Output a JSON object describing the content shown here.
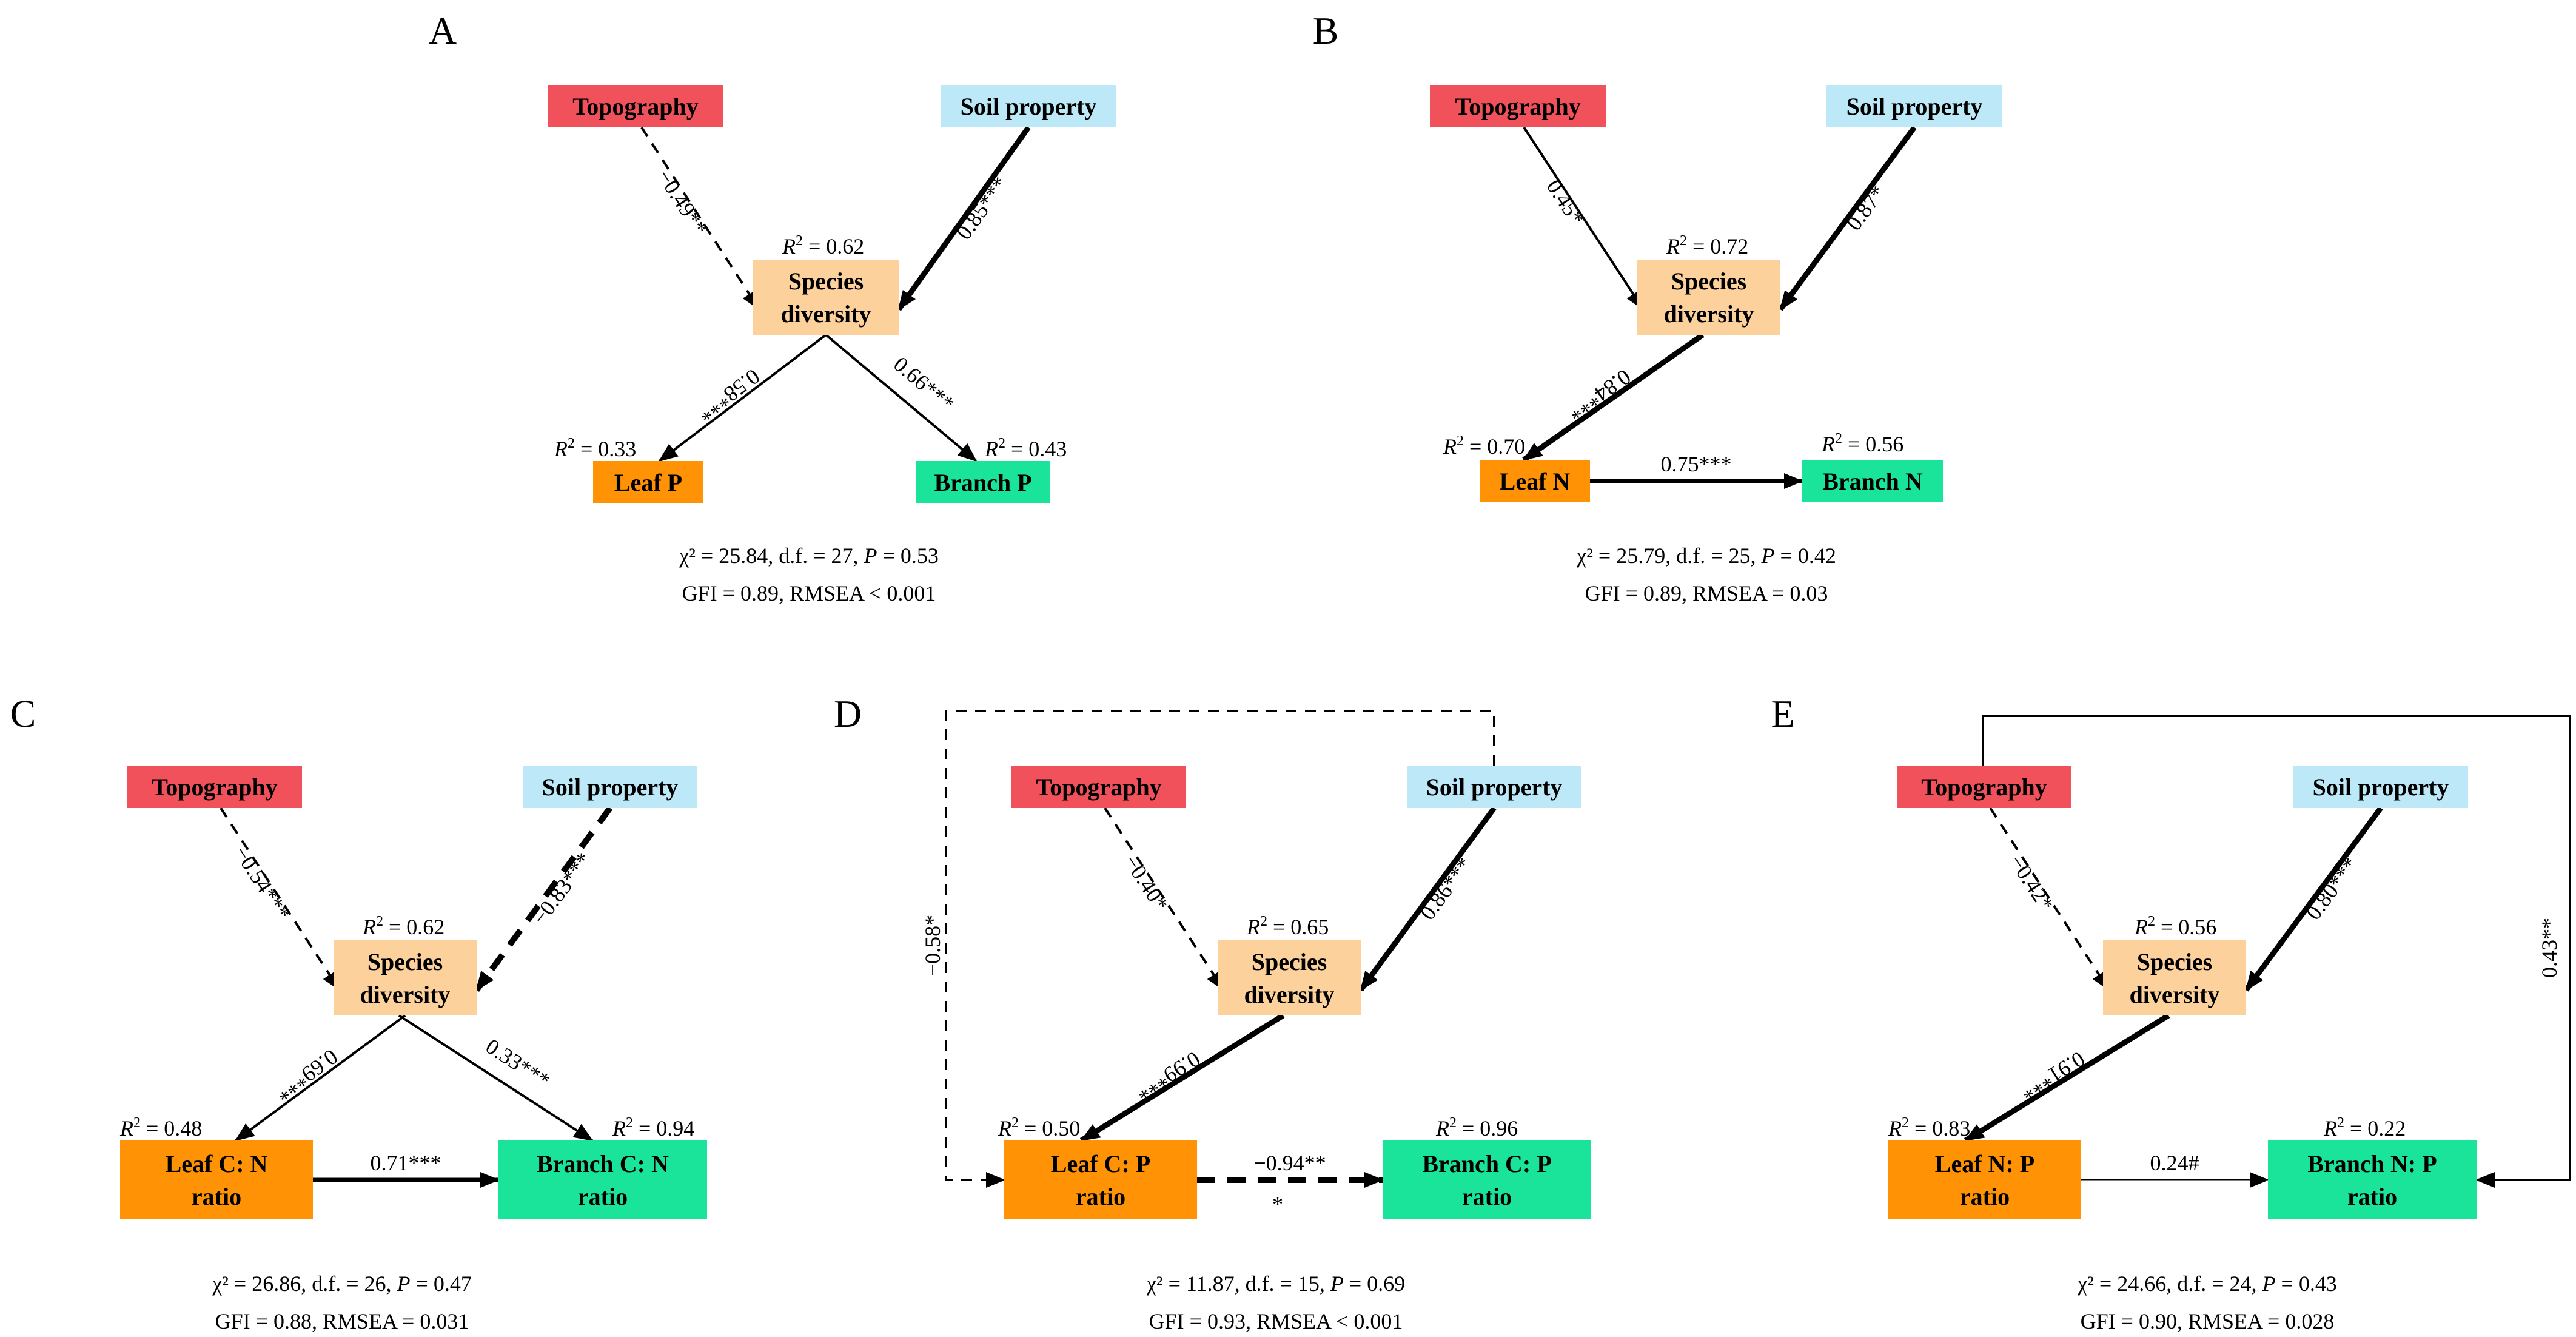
{
  "colors": {
    "topography": "#f0515a",
    "soil": "#bde8f7",
    "species": "#fcd19c",
    "leaf": "#ff9305",
    "branch": "#1ae39a",
    "line": "#000000"
  },
  "panels": [
    {
      "id": "A",
      "letter": "A",
      "topography": "Topography",
      "soil": "Soil property",
      "species": [
        "Species",
        "diversity"
      ],
      "species_r2": "= 0.62",
      "leaf": [
        "Leaf P"
      ],
      "leaf_r2": "= 0.33",
      "branch": [
        "Branch P"
      ],
      "branch_r2": "= 0.43",
      "paths": {
        "topo_species": {
          "label": "−0.49**",
          "style": "dashed"
        },
        "soil_species": {
          "label": "0.85***",
          "style": "solid"
        },
        "species_leaf": {
          "label": "0.58***",
          "style": "solid"
        },
        "species_branch": {
          "label": "0.66***",
          "style": "solid"
        }
      },
      "stats": {
        "chi": "χ² = 25.84, d.f. = 27, ",
        "p": "= 0.53",
        "fit": "GFI = 0.89, RMSEA < 0.001"
      }
    },
    {
      "id": "B",
      "letter": "B",
      "topography": "Topography",
      "soil": "Soil property",
      "species": [
        "Species",
        "diversity"
      ],
      "species_r2": "= 0.72",
      "leaf": [
        "Leaf N"
      ],
      "leaf_r2": "= 0.70",
      "branch": [
        "Branch N"
      ],
      "branch_r2": "= 0.56",
      "paths": {
        "topo_species": {
          "label": "0.45*",
          "style": "solid"
        },
        "soil_species": {
          "label": "0.87*",
          "style": "solid"
        },
        "species_leaf": {
          "label": "0.84***",
          "style": "solid"
        },
        "leaf_branch": {
          "label": "0.75***",
          "style": "solid"
        }
      },
      "stats": {
        "chi": "χ² = 25.79, d.f. = 25, ",
        "p": "= 0.42",
        "fit": "GFI = 0.89, RMSEA = 0.03"
      }
    },
    {
      "id": "C",
      "letter": "C",
      "topography": "Topography",
      "soil": "Soil property",
      "species": [
        "Species",
        "diversity"
      ],
      "species_r2": "= 0.62",
      "leaf": [
        "Leaf C: N",
        "ratio"
      ],
      "leaf_r2": "= 0.48",
      "branch": [
        "Branch C: N",
        "ratio"
      ],
      "branch_r2": "= 0.94",
      "paths": {
        "topo_species": {
          "label": "−0.54***",
          "style": "dashed"
        },
        "soil_species": {
          "label": "−0.83***",
          "style": "dashed"
        },
        "species_leaf": {
          "label": "0.69***",
          "style": "solid"
        },
        "species_branch": {
          "label": "0.33***",
          "style": "solid"
        },
        "leaf_branch": {
          "label": "0.71***",
          "style": "solid"
        }
      },
      "stats": {
        "chi": "χ² = 26.86, d.f. = 26, ",
        "p": "= 0.47",
        "fit": "GFI = 0.88, RMSEA = 0.031"
      }
    },
    {
      "id": "D",
      "letter": "D",
      "topography": "Topography",
      "soil": "Soil property",
      "species": [
        "Species",
        "diversity"
      ],
      "species_r2": "= 0.65",
      "leaf": [
        "Leaf C: P",
        "ratio"
      ],
      "leaf_r2": "= 0.50",
      "branch": [
        "Branch C: P",
        "ratio"
      ],
      "branch_r2": "= 0.96",
      "paths": {
        "topo_species": {
          "label": "−0.40*",
          "style": "dashed"
        },
        "soil_species": {
          "label": "0.86***",
          "style": "solid"
        },
        "species_leaf": {
          "label": "0.99***",
          "style": "solid"
        },
        "leaf_branch": {
          "label": "−0.94**",
          "label2": "*",
          "style": "dashed"
        },
        "soil_leaf": {
          "label": "−0.58*",
          "style": "dashed"
        }
      },
      "stats": {
        "chi": "χ² = 11.87, d.f. = 15, ",
        "p": "= 0.69",
        "fit": "GFI = 0.93, RMSEA < 0.001"
      }
    },
    {
      "id": "E",
      "letter": "E",
      "topography": "Topography",
      "soil": "Soil property",
      "species": [
        "Species",
        "diversity"
      ],
      "species_r2": "= 0.56",
      "leaf": [
        "Leaf N: P",
        "ratio"
      ],
      "leaf_r2": "= 0.83",
      "branch": [
        "Branch N: P",
        "ratio"
      ],
      "branch_r2": "= 0.22",
      "paths": {
        "topo_species": {
          "label": "−0.42*",
          "style": "dashed"
        },
        "soil_species": {
          "label": "0.80***",
          "style": "solid"
        },
        "species_leaf": {
          "label": "0.91***",
          "style": "solid"
        },
        "leaf_branch": {
          "label": "0.24#",
          "style": "solid"
        },
        "topo_branch": {
          "label": "0.43**",
          "style": "solid"
        }
      },
      "stats": {
        "chi": "χ² = 24.66, d.f. = 24, ",
        "p": "= 0.43",
        "fit": "GFI = 0.90, RMSEA = 0.028"
      }
    }
  ]
}
